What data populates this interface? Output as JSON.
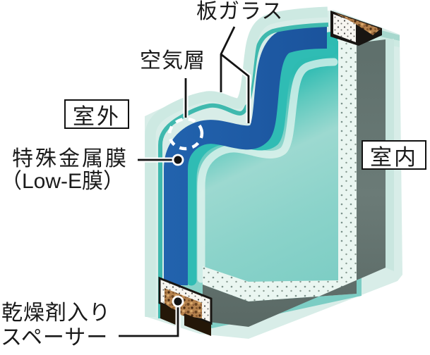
{
  "figure": {
    "type": "insulated-glazing-cutaway-diagram",
    "labels": {
      "plate_glass": "板ガラス",
      "air_layer": "空気層",
      "outdoor": "室外",
      "special_metal_film": "特殊金属膜",
      "low_e_film": "（Low-E膜）",
      "indoor": "室内",
      "desiccant_line1": "乾燥剤入り",
      "desiccant_line2": "スペーサー"
    },
    "parts": [
      {
        "name": "plate-glass",
        "label": "板ガラス"
      },
      {
        "name": "air-layer",
        "label": "空気層"
      },
      {
        "name": "special-metal-film-low-e",
        "label": "特殊金属膜（Low-E膜）"
      },
      {
        "name": "desiccant-spacer",
        "label": "乾燥剤入りスペーサー"
      },
      {
        "name": "outdoor-side",
        "label": "室外"
      },
      {
        "name": "indoor-side",
        "label": "室内"
      }
    ],
    "colors": {
      "low_e_film_blue": "#1e5da9",
      "inner_pane_teal": "#8bd3ca",
      "bright_teal_band": "#2fbcb4",
      "glass_edge_mint": "#cde9e2",
      "cross_section_teal": "#3fb9ae",
      "frame_gray": "#64746f",
      "desiccant_brown": "#b5824d",
      "sealant_dark_brown": "#241708",
      "pale_glass": "#d8ede8",
      "label_text": "#1a1a1a",
      "callout_line": "#141414"
    }
  }
}
